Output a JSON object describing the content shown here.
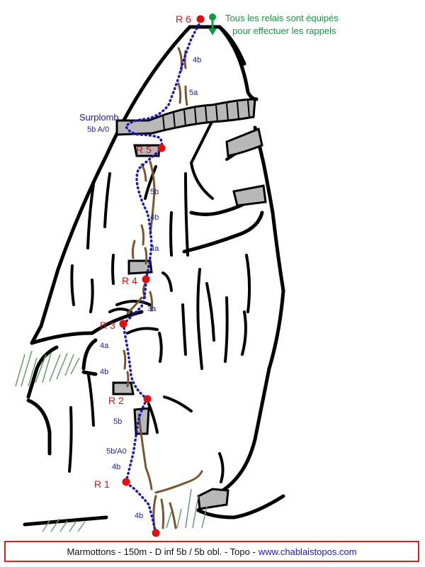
{
  "relays": [
    "R 1",
    "R 2",
    "R 3",
    "R 4",
    "R 5",
    "R 6"
  ],
  "grades": {
    "p1a": "4b",
    "p1b": "4b",
    "p1c": "5b/A0",
    "p1d": "5b",
    "p2a": "4b",
    "p2b": "4a",
    "p3a": "3a",
    "p4a": "4a",
    "p4b": "4b",
    "p4c": "5b",
    "p5a": "5a",
    "p5b": "4b"
  },
  "overhang": {
    "title": "Surplomb",
    "grade": "5b A/0"
  },
  "note": {
    "line1": "Tous les relais sont équipés",
    "line2": "pour effectuer les rappels"
  },
  "footer": {
    "text": "Marmottons - 150m - D inf  5b / 5b obl. - Topo -",
    "site": "www.chablaistopos.com"
  },
  "colors": {
    "relay": "#e01010",
    "route": "#1a1ab8",
    "crack": "#7a5530",
    "rock": "#b8b8b8",
    "note": "#119944",
    "footer_border": "#d42020"
  }
}
